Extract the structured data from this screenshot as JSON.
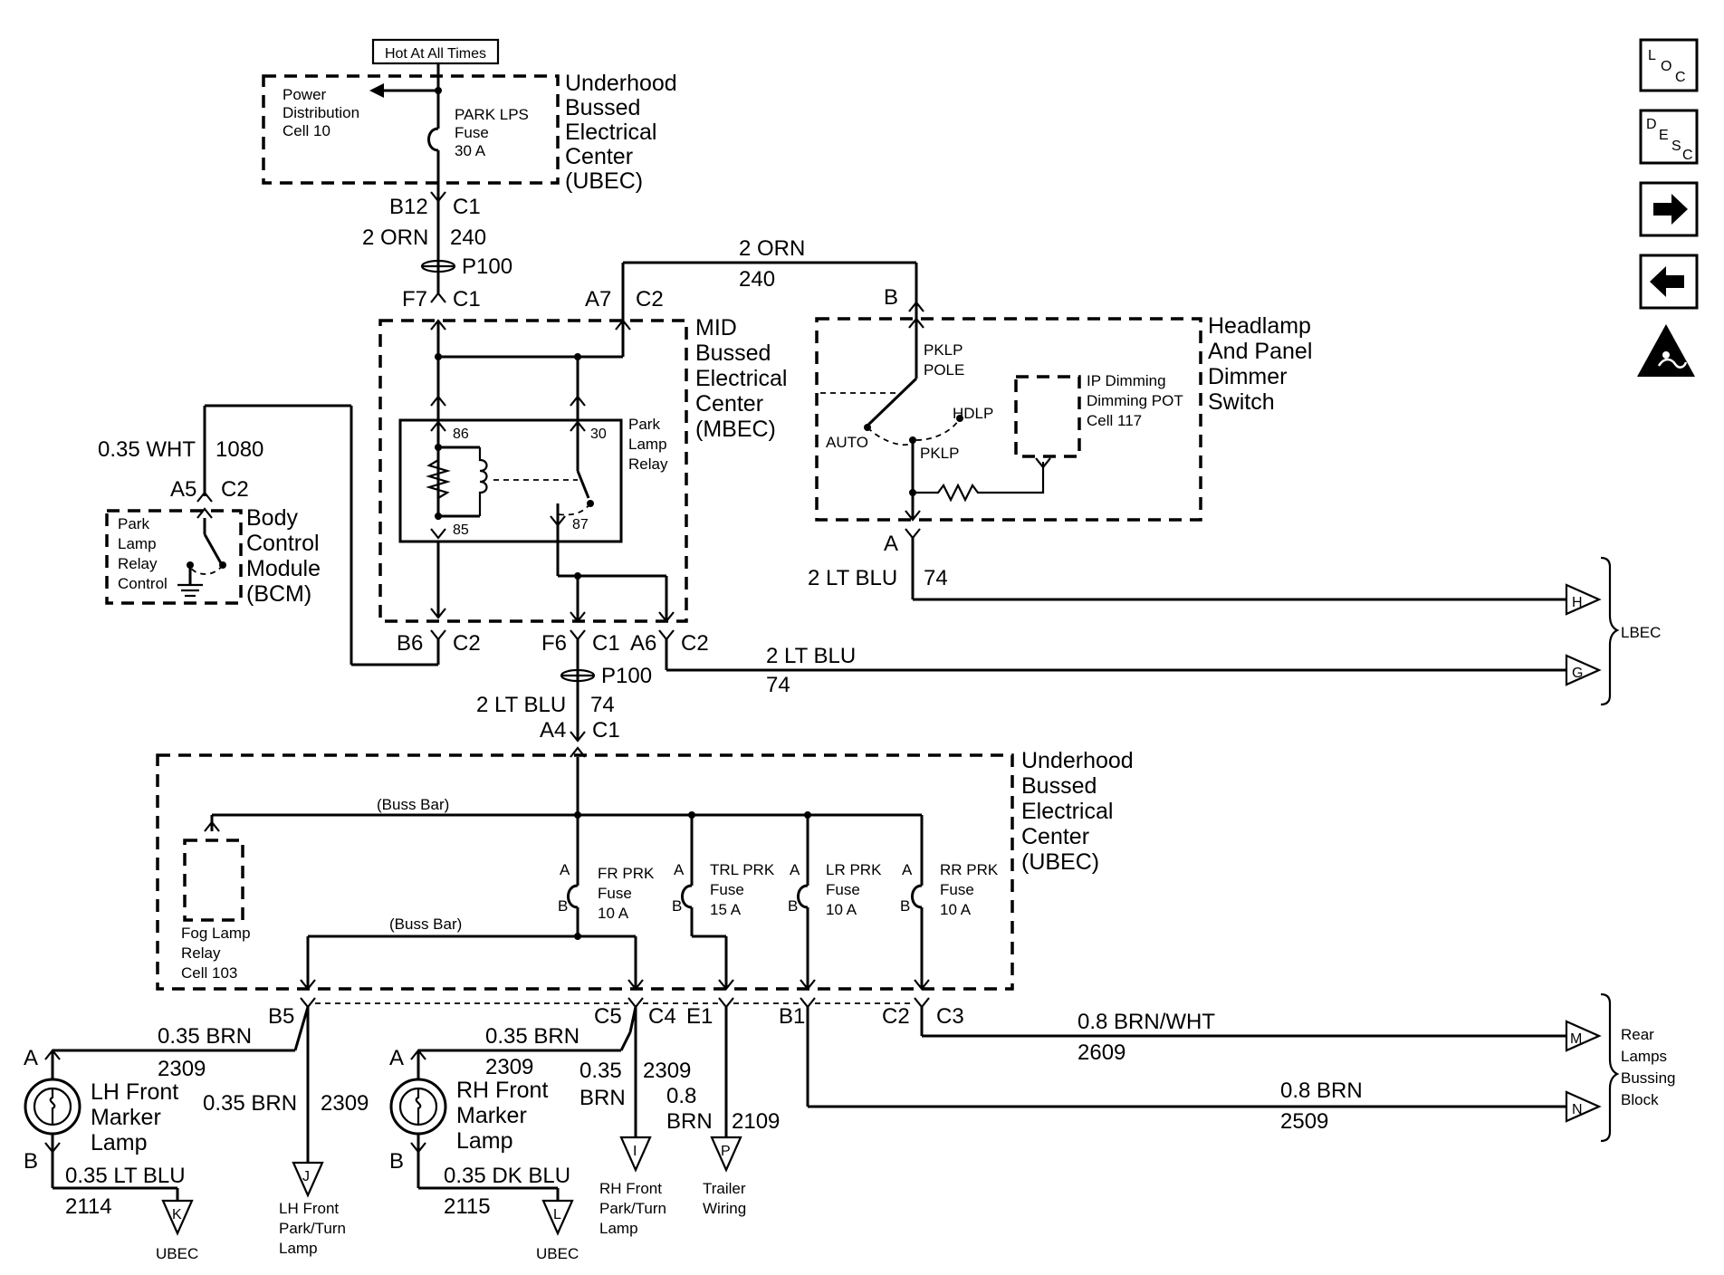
{
  "top_box": {
    "hot_label": "Hot At All Times",
    "power_dist": [
      "Power",
      "Distribution",
      "Cell 10"
    ],
    "fuse": [
      "PARK LPS",
      "Fuse",
      "30 A"
    ],
    "title": [
      "Underhood",
      "Bussed",
      "Electrical",
      "Center",
      "(UBEC)"
    ]
  },
  "conn_top": {
    "pin": "B12",
    "conn": "C1",
    "wire_color": "2 ORN",
    "circuit": "240",
    "splice": "P100"
  },
  "mbec": {
    "title": [
      "MID",
      "Bussed",
      "Electrical",
      "Center",
      "(MBEC)"
    ],
    "in_left": {
      "pin": "F7",
      "conn": "C1"
    },
    "in_right": {
      "pin": "A7",
      "conn": "C2"
    },
    "relay": [
      "Park",
      "Lamp",
      "Relay"
    ],
    "relay_pins": [
      "86",
      "30",
      "85",
      "87"
    ],
    "out_b6": {
      "pin": "B6",
      "conn": "C2"
    },
    "out_f6": {
      "pin": "F6",
      "conn": "C1"
    },
    "out_a6": {
      "pin": "A6",
      "conn": "C2"
    }
  },
  "wire_orn_top": {
    "color": "2 ORN",
    "circuit": "240"
  },
  "headlamp": {
    "pin_b": "B",
    "pin_a": "A",
    "title": [
      "Headlamp",
      "And Panel",
      "Dimmer",
      "Switch"
    ],
    "pklp_pole": [
      "PKLP",
      "POLE"
    ],
    "hdlp": "HDLP",
    "auto": "AUTO",
    "pklp": "PKLP",
    "ip_dim": [
      "IP Dimming",
      "Dimming POT",
      "Cell 117"
    ]
  },
  "bcm": {
    "wire_color": "0.35 WHT",
    "circuit": "1080",
    "pin": "A5",
    "conn": "C2",
    "relay_ctrl": [
      "Park",
      "Lamp",
      "Relay",
      "Control"
    ],
    "title": [
      "Body",
      "Control",
      "Module",
      "(BCM)"
    ]
  },
  "wire_lt_blu_h": {
    "color": "2 LT BLU",
    "circuit": "74"
  },
  "wire_lt_blu_g": {
    "color": "2 LT BLU",
    "circuit": "74"
  },
  "lbec": "LBEC",
  "splice2": {
    "name": "P100",
    "color": "2 LT BLU",
    "circuit": "74",
    "pin": "A4",
    "conn": "C1"
  },
  "ubec_bottom": {
    "title": [
      "Underhood",
      "Bussed",
      "Electrical",
      "Center",
      "(UBEC)"
    ],
    "buss_bar": "(Buss Bar)",
    "fog": [
      "Fog Lamp",
      "Relay",
      "Cell 103"
    ],
    "fuses": [
      {
        "name": "FR PRK",
        "type": "Fuse",
        "rating": "10 A"
      },
      {
        "name": "TRL PRK",
        "type": "Fuse",
        "rating": "15 A"
      },
      {
        "name": "LR PRK",
        "type": "Fuse",
        "rating": "10 A"
      },
      {
        "name": "RR PRK",
        "type": "Fuse",
        "rating": "10 A"
      }
    ],
    "fuse_pin_a": "A",
    "fuse_pin_b": "B"
  },
  "outputs": {
    "b5": "B5",
    "c5": "C5",
    "c4": "C4",
    "e1": "E1",
    "b1": "B1",
    "c2": "C2",
    "c3": "C3",
    "w_b5": {
      "color": "0.35 BRN",
      "circuit": "2309"
    },
    "w_b5_down": {
      "color": "0.35 BRN",
      "circuit": "2309"
    },
    "w_c5": {
      "color": "0.35 BRN",
      "circuit": "2309"
    },
    "w_c5_down": {
      "color": [
        "0.35",
        "BRN"
      ],
      "circuit": "2309"
    },
    "w_e1": {
      "color": [
        "0.8",
        "BRN"
      ],
      "circuit": "2109"
    },
    "w_c3": {
      "color": "0.8 BRN/WHT",
      "circuit": "2609"
    },
    "w_b1": {
      "color": "0.8 BRN",
      "circuit": "2509"
    }
  },
  "lh_lamp": {
    "title": [
      "LH Front",
      "Marker",
      "Lamp"
    ],
    "pin_a": "A",
    "pin_b": "B",
    "wire_color": "0.35 LT BLU",
    "circuit": "2114"
  },
  "rh_lamp": {
    "title": [
      "RH Front",
      "Marker",
      "Lamp"
    ],
    "pin_a": "A",
    "pin_b": "B",
    "wire_color": "0.35 DK BLU",
    "circuit": "2115"
  },
  "terminals": {
    "H": "H",
    "G": "G",
    "M": "M",
    "N": "N",
    "K": "K",
    "J": "J",
    "L": "L",
    "I": "I",
    "P": "P",
    "k_dest": "UBEC",
    "j_dest": [
      "LH Front",
      "Park/Turn",
      "Lamp"
    ],
    "l_dest": "UBEC",
    "i_dest": [
      "RH Front",
      "Park/Turn",
      "Lamp"
    ],
    "p_dest": [
      "Trailer",
      "Wiring"
    ]
  },
  "rear_block": [
    "Rear",
    "Lamps",
    "Bussing",
    "Block"
  ],
  "nav": {
    "loc": [
      "L",
      "O",
      "C"
    ],
    "desc": [
      "D",
      "E",
      "S",
      "C"
    ],
    "next": "→",
    "prev": "←"
  }
}
